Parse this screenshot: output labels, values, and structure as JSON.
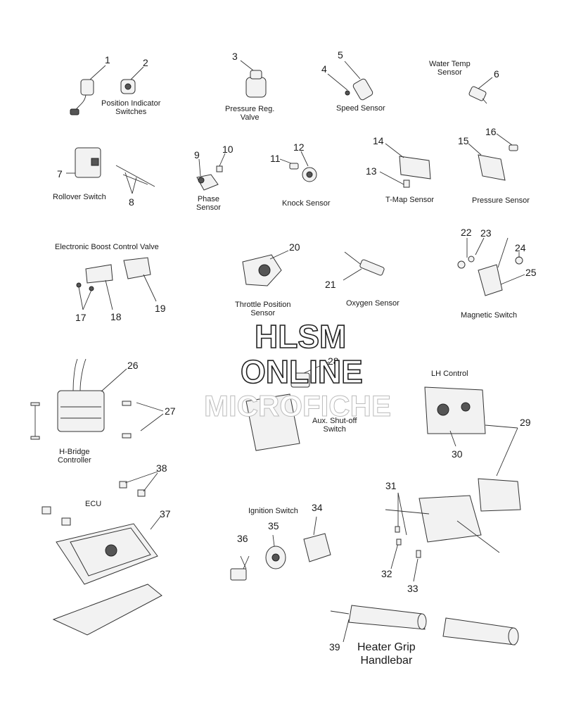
{
  "watermark": {
    "line1": "HLSM",
    "line2": "ONLINE",
    "line3": "MICROFICHE"
  },
  "labels": {
    "position_indicator": "Position Indicator\nSwitches",
    "pressure_reg": "Pressure Reg.\nValve",
    "speed_sensor": "Speed Sensor",
    "water_temp": "Water Temp\nSensor",
    "rollover": "Rollover Switch",
    "phase": "Phase\nSensor",
    "knock": "Knock Sensor",
    "tmap": "T-Map Sensor",
    "pressure_sensor": "Pressure Sensor",
    "boost": "Electronic Boost Control Valve",
    "throttle": "Throttle Position\nSensor",
    "oxygen": "Oxygen Sensor",
    "magnetic": "Magnetic Switch",
    "hbridge": "H-Bridge\nController",
    "aux": "Aux. Shut-off\nSwitch",
    "lh_control": "LH Control",
    "ecu": "ECU",
    "ignition": "Ignition Switch",
    "heater": "Heater Grip\nHandlebar"
  },
  "numbers": [
    "1",
    "2",
    "3",
    "4",
    "5",
    "6",
    "7",
    "8",
    "9",
    "10",
    "11",
    "12",
    "13",
    "14",
    "15",
    "16",
    "17",
    "18",
    "19",
    "20",
    "21",
    "22",
    "23",
    "24",
    "25",
    "26",
    "27",
    "28",
    "29",
    "30",
    "31",
    "32",
    "33",
    "34",
    "35",
    "36",
    "37",
    "38",
    "39"
  ]
}
